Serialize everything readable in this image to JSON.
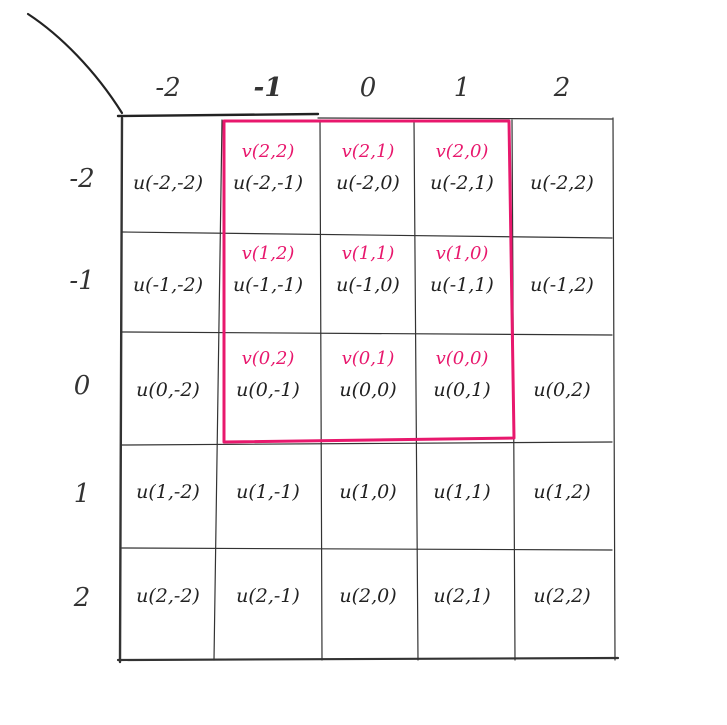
{
  "colors": {
    "ink": "#222222",
    "highlight": "#e8186d",
    "background": "#ffffff"
  },
  "grid": {
    "col_headers": [
      "-2",
      "-1",
      "0",
      "1",
      "2"
    ],
    "row_headers": [
      "-2",
      "-1",
      "0",
      "1",
      "2"
    ],
    "cells": [
      [
        "u(-2,-2)",
        "u(-2,-1)",
        "u(-2,0)",
        "u(-2,1)",
        "u(-2,2)"
      ],
      [
        "u(-1,-2)",
        "u(-1,-1)",
        "u(-1,0)",
        "u(-1,1)",
        "u(-1,2)"
      ],
      [
        "u(0,-2)",
        "u(0,-1)",
        "u(0,0)",
        "u(0,1)",
        "u(0,2)"
      ],
      [
        "u(1,-2)",
        "u(1,-1)",
        "u(1,0)",
        "u(1,1)",
        "u(1,2)"
      ],
      [
        "u(2,-2)",
        "u(2,-1)",
        "u(2,0)",
        "u(2,1)",
        "u(2,2)"
      ]
    ]
  },
  "highlight_box": {
    "v_labels": [
      [
        "v(2,2)",
        "v(2,1)",
        "v(2,0)"
      ],
      [
        "v(1,2)",
        "v(1,1)",
        "v(1,0)"
      ],
      [
        "v(0,2)",
        "v(0,1)",
        "v(0,0)"
      ]
    ]
  }
}
